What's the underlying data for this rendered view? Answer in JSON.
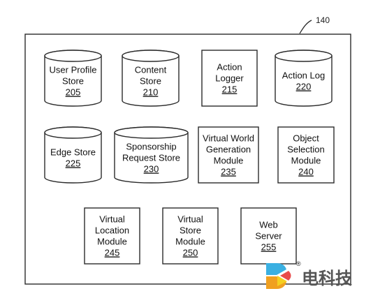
{
  "diagram": {
    "reference_label": "140",
    "components": [
      {
        "id": "user-profile-store",
        "kind": "cylinder",
        "lines": [
          "User Profile",
          "Store"
        ],
        "number": "205"
      },
      {
        "id": "content-store",
        "kind": "cylinder",
        "lines": [
          "Content",
          "Store"
        ],
        "number": "210"
      },
      {
        "id": "action-logger",
        "kind": "box",
        "lines": [
          "Action",
          "Logger"
        ],
        "number": "215"
      },
      {
        "id": "action-log",
        "kind": "cylinder",
        "lines": [
          "Action Log"
        ],
        "number": "220"
      },
      {
        "id": "edge-store",
        "kind": "cylinder",
        "lines": [
          "Edge Store"
        ],
        "number": "225"
      },
      {
        "id": "sponsorship-request-store",
        "kind": "cylinder",
        "lines": [
          "Sponsorship",
          "Request Store"
        ],
        "number": "230"
      },
      {
        "id": "virtual-world-generation-module",
        "kind": "box",
        "lines": [
          "Virtual World",
          "Generation",
          "Module"
        ],
        "number": "235"
      },
      {
        "id": "object-selection-module",
        "kind": "box",
        "lines": [
          "Object",
          "Selection",
          "Module"
        ],
        "number": "240"
      },
      {
        "id": "virtual-location-module",
        "kind": "box",
        "lines": [
          "Virtual",
          "Location",
          "Module"
        ],
        "number": "245"
      },
      {
        "id": "virtual-store-module",
        "kind": "box",
        "lines": [
          "Virtual",
          "Store",
          "Module"
        ],
        "number": "250"
      },
      {
        "id": "web-server",
        "kind": "box",
        "lines": [
          "Web",
          "Server"
        ],
        "number": "255"
      }
    ]
  },
  "watermark": {
    "text": "电科技",
    "logo_colors": [
      "#3ab0e2",
      "#f0a020",
      "#e84a4a",
      "#f5d020"
    ]
  }
}
